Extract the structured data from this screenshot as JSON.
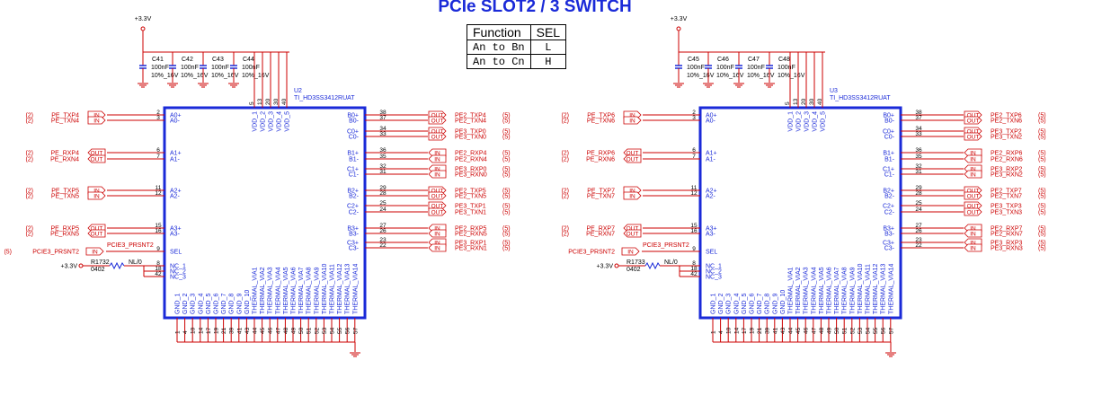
{
  "title": "PCIe SLOT2 / 3 SWITCH",
  "function_table": {
    "headers": [
      "Function",
      "SEL"
    ],
    "rows": [
      [
        "An to Bn",
        "L"
      ],
      [
        "An to Cn",
        "H"
      ]
    ]
  },
  "common": {
    "power_label": "+3.3V",
    "cap_value": "100nF",
    "cap_rating": "10%_16V",
    "resistor_size": "0402",
    "resistor_value": "NL/0",
    "sheet_ref": "(2)",
    "out_ref": "(5)",
    "in_marker": "IN",
    "out_marker": "OUT"
  },
  "colors": {
    "net": "#cc0000",
    "chip": "#1a2ad8",
    "pin": "#1a2ad8",
    "wire": "#cc0000"
  },
  "left_pins": [
    "A0+",
    "A0-",
    "A1+",
    "A1-",
    "A2+",
    "A2-",
    "A3+",
    "A3-",
    "SEL",
    "NC_1",
    "NC_2",
    "NC_3"
  ],
  "left_pin_numbers": [
    "2",
    "3",
    "6",
    "7",
    "11",
    "12",
    "15",
    "16",
    "9",
    "8",
    "18",
    "42"
  ],
  "right_pins": [
    "B0+",
    "B0-",
    "C0+",
    "C0-",
    "B1+",
    "B1-",
    "C1+",
    "C1-",
    "B2+",
    "B2-",
    "C2+",
    "C2-",
    "B3+",
    "B3-",
    "C3+",
    "C3-"
  ],
  "right_pin_numbers": [
    "38",
    "37",
    "34",
    "33",
    "36",
    "35",
    "32",
    "31",
    "29",
    "28",
    "25",
    "24",
    "27",
    "26",
    "23",
    "22"
  ],
  "vdd_pins": [
    "VDD_1",
    "VDD_2",
    "VDD_3",
    "VDD_4",
    "VDD_5"
  ],
  "vdd_numbers": [
    "5",
    "13",
    "20",
    "30",
    "40"
  ],
  "bottom_pins": [
    "GND_1",
    "GND_2",
    "GND_3",
    "GND_4",
    "GND_5",
    "GND_6",
    "GND_7",
    "GND_8",
    "GND_9",
    "GND_10",
    "THERMAL_VIA1",
    "THERMAL_VIA2",
    "THERMAL_VIA3",
    "THERMAL_VIA4",
    "THERMAL_VIA5",
    "THERMAL_VIA6",
    "THERMAL_VIA7",
    "THERMAL_VIA8",
    "THERMAL_VIA9",
    "THERMAL_VIA10",
    "THERMAL_VIA11",
    "THERMAL_VIA12",
    "THERMAL_VIA13",
    "THERMAL_VIA14"
  ],
  "bottom_numbers": [
    "1",
    "4",
    "10",
    "14",
    "17",
    "19",
    "21",
    "39",
    "41",
    "43",
    "44",
    "45",
    "46",
    "47",
    "48",
    "49",
    "50",
    "51",
    "52",
    "53",
    "54",
    "55",
    "56",
    "57"
  ],
  "chips": [
    {
      "ref": "U2",
      "part": "TI_HD3SS3412RUAT",
      "caps": [
        "C41",
        "C42",
        "C43",
        "C44"
      ],
      "resistor": "R1732",
      "sel_net": "PCIE3_PRSNT2",
      "sel_pin": "9",
      "sel_has_ref": true,
      "left_nets": [
        {
          "name": "PE_TXP4",
          "dir": "IN"
        },
        {
          "name": "PE_TXN4",
          "dir": "IN"
        },
        {
          "name": "PE_RXP4",
          "dir": "OUT"
        },
        {
          "name": "PE_RXN4",
          "dir": "OUT"
        },
        {
          "name": "PE_TXP5",
          "dir": "IN"
        },
        {
          "name": "PE_TXN5",
          "dir": "IN"
        },
        {
          "name": "PE_RXP5",
          "dir": "OUT"
        },
        {
          "name": "PE_RXN5",
          "dir": "OUT"
        }
      ],
      "right_nets": [
        {
          "name": "PE2_TXP4",
          "dir": "OUT"
        },
        {
          "name": "PE2_TXN4",
          "dir": "OUT"
        },
        {
          "name": "PE3_TXP0",
          "dir": "OUT"
        },
        {
          "name": "PE3_TXN0",
          "dir": "OUT"
        },
        {
          "name": "PE2_RXP4",
          "dir": "IN"
        },
        {
          "name": "PE2_RXN4",
          "dir": "IN"
        },
        {
          "name": "PE3_RXP0",
          "dir": "IN"
        },
        {
          "name": "PE3_RXN0",
          "dir": "IN"
        },
        {
          "name": "PE2_TXP5",
          "dir": "OUT"
        },
        {
          "name": "PE2_TXN5",
          "dir": "OUT"
        },
        {
          "name": "PE3_TXP1",
          "dir": "OUT"
        },
        {
          "name": "PE3_TXN1",
          "dir": "OUT"
        },
        {
          "name": "PE2_RXP5",
          "dir": "IN"
        },
        {
          "name": "PE2_RXN5",
          "dir": "IN"
        },
        {
          "name": "PE3_RXP1",
          "dir": "IN"
        },
        {
          "name": "PE3_RXN1",
          "dir": "IN"
        }
      ]
    },
    {
      "ref": "U3",
      "part": "TI_HD3SS3412RUAT",
      "caps": [
        "C45",
        "C46",
        "C47",
        "C48"
      ],
      "resistor": "R1733",
      "sel_net": "PCIE3_PRSNT2",
      "sel_pin": "9",
      "sel_has_ref": false,
      "left_nets": [
        {
          "name": "PE_TXP6",
          "dir": "IN"
        },
        {
          "name": "PE_TXN6",
          "dir": "IN"
        },
        {
          "name": "PE_RXP6",
          "dir": "OUT"
        },
        {
          "name": "PE_RXN6",
          "dir": "OUT"
        },
        {
          "name": "PE_TXP7",
          "dir": "IN"
        },
        {
          "name": "PE_TXN7",
          "dir": "IN"
        },
        {
          "name": "PE_RXP7",
          "dir": "OUT"
        },
        {
          "name": "PE_RXN7",
          "dir": "OUT"
        }
      ],
      "right_nets": [
        {
          "name": "PE2_TXP6",
          "dir": "OUT"
        },
        {
          "name": "PE2_TXN6",
          "dir": "OUT"
        },
        {
          "name": "PE3_TXP2",
          "dir": "OUT"
        },
        {
          "name": "PE3_TXN2",
          "dir": "OUT"
        },
        {
          "name": "PE2_RXP6",
          "dir": "IN"
        },
        {
          "name": "PE2_RXN6",
          "dir": "IN"
        },
        {
          "name": "PE3_RXP2",
          "dir": "IN"
        },
        {
          "name": "PE3_RXN2",
          "dir": "IN"
        },
        {
          "name": "PE2_TXP7",
          "dir": "OUT"
        },
        {
          "name": "PE2_TXN7",
          "dir": "OUT"
        },
        {
          "name": "PE3_TXP3",
          "dir": "OUT"
        },
        {
          "name": "PE3_TXN3",
          "dir": "OUT"
        },
        {
          "name": "PE2_RXP7",
          "dir": "IN"
        },
        {
          "name": "PE2_RXN7",
          "dir": "IN"
        },
        {
          "name": "PE3_RXP3",
          "dir": "IN"
        },
        {
          "name": "PE3_RXN3",
          "dir": "IN"
        }
      ]
    }
  ]
}
